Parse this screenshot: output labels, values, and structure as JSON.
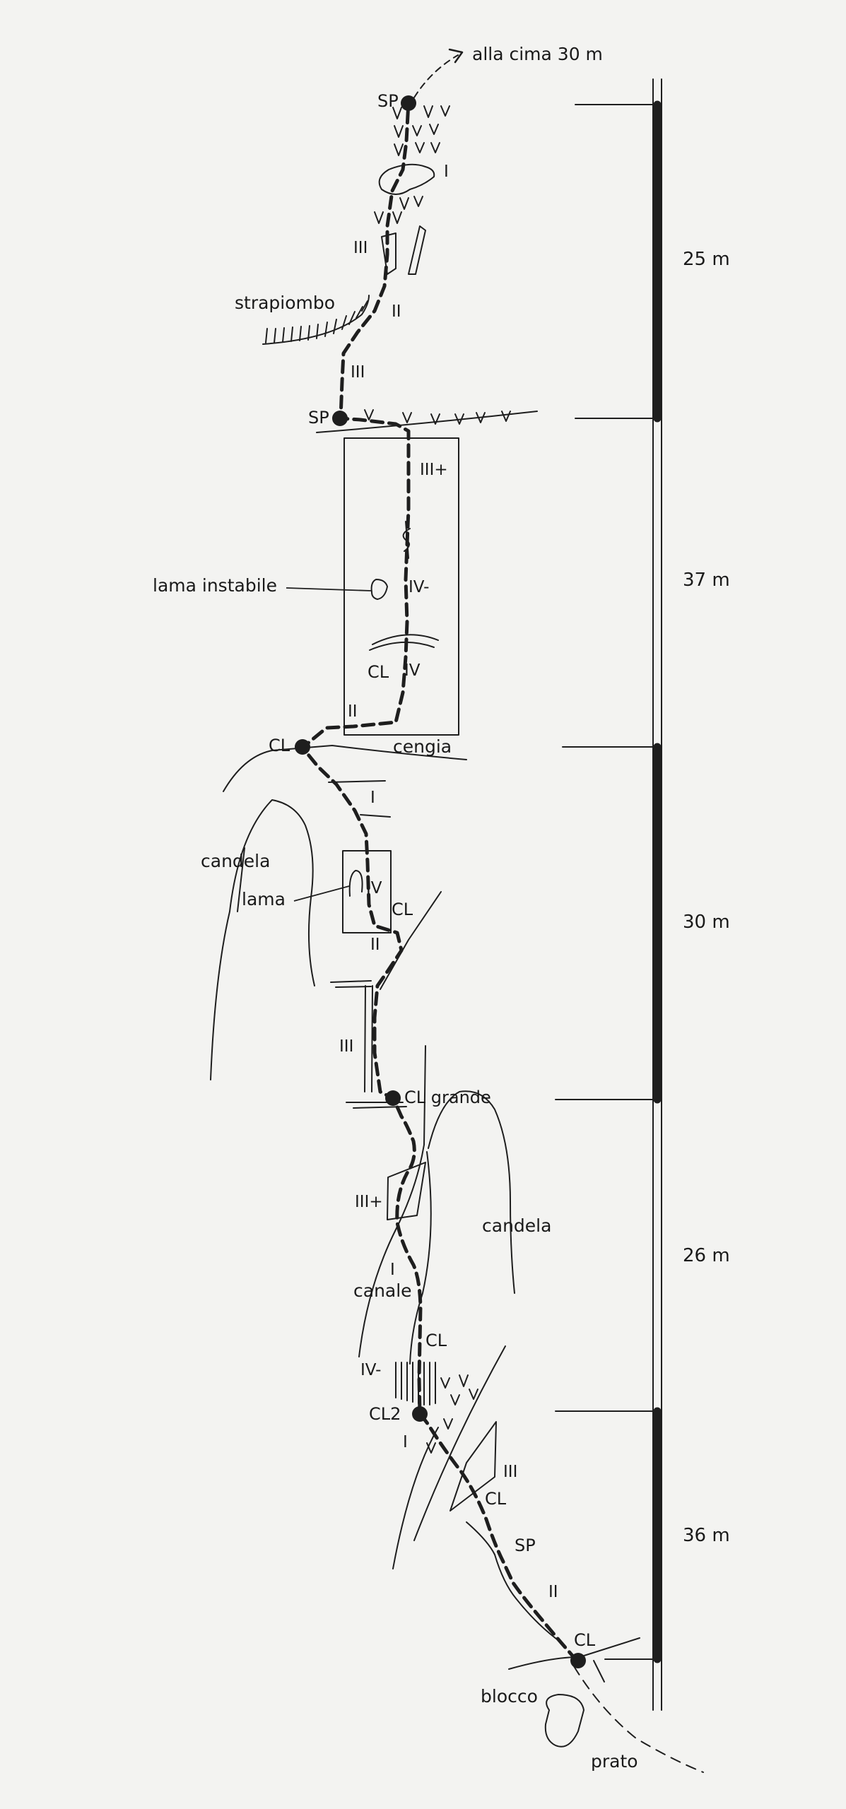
{
  "summit": {
    "label": "alla cima 30 m"
  },
  "scale": {
    "pitches": [
      {
        "length": "25 m"
      },
      {
        "length": "37 m"
      },
      {
        "length": "30 m"
      },
      {
        "length": "26 m"
      },
      {
        "length": "36 m"
      }
    ]
  },
  "belays": {
    "sp_top": "SP",
    "sp_2": "SP",
    "cl_cengia": "CL",
    "cl_grande": "CL grande",
    "cl2": "CL2",
    "cl_bottom": "CL"
  },
  "stations": {
    "cl_dihedral": "CL",
    "cl_lama": "CL",
    "cl_canale": "CL",
    "cl_slab": "CL",
    "sp_lower": "SP"
  },
  "grades": {
    "g1_top": "I",
    "g3_top": "III",
    "g2_top": "II",
    "g3_below": "III",
    "g3p_upper": "III+",
    "g4m_upper": "IV-",
    "g4_upper": "IV",
    "g2_cengia": "II",
    "g1_mid": "I",
    "g4_lama": "IV",
    "g2_lama": "II",
    "g3_mid": "III",
    "g3p_lower": "III+",
    "g1_canale": "I",
    "g4m_lower": "IV-",
    "g1_low": "I",
    "g3_low": "III",
    "g2_bottom": "II"
  },
  "features": {
    "strapiombo": "strapiombo",
    "lama_instabile": "lama instabile",
    "cengia": "cengia",
    "candela_left": "candela",
    "lama": "lama",
    "candela_right": "candela",
    "canale": "canale",
    "blocco": "blocco",
    "prato": "prato"
  }
}
